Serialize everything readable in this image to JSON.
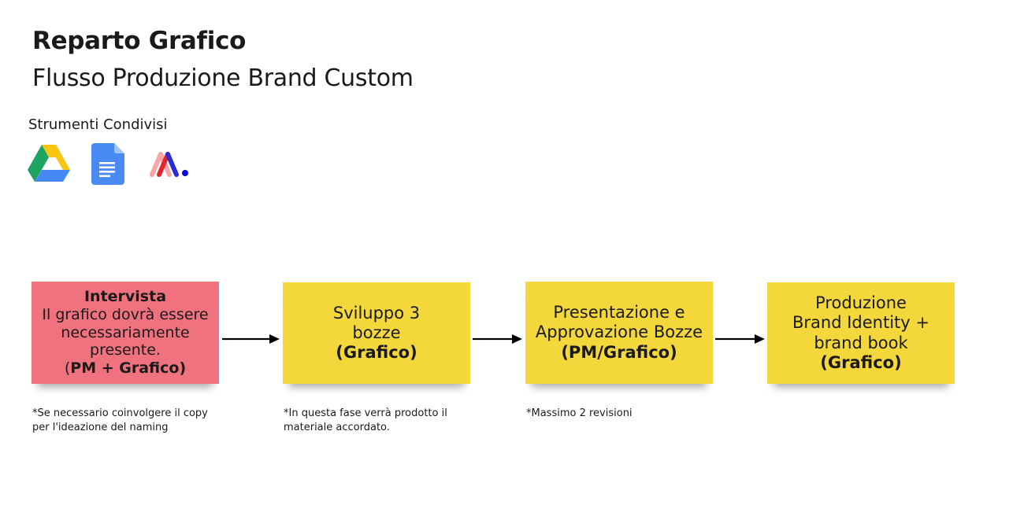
{
  "header": {
    "title": "Reparto Grafico",
    "subtitle": "Flusso Produzione Brand Custom"
  },
  "tools": {
    "label": "Strumenti Condivisi",
    "icons": [
      "google-drive-icon",
      "google-docs-icon",
      "miro-icon"
    ]
  },
  "steps": [
    {
      "color": "#f0727f",
      "title": "Intervista",
      "body": "Il grafico dovrà essere necessariamente presente.",
      "role_prefix": "(",
      "role": "PM + Grafico)",
      "footnote": "*Se necessario coinvolgere il copy per l'ideazione del naming"
    },
    {
      "color": "#f4d73a",
      "body_line1": "Sviluppo 3",
      "body_line2": "bozze",
      "role": "(Grafico)",
      "footnote": "*In questa fase verrà prodotto il materiale accordato."
    },
    {
      "color": "#f4d73a",
      "body_line1": "Presentazione e",
      "body_line2": "Approvazione Bozze",
      "role": "(PM/Grafico)",
      "footnote": "*Massimo 2 revisioni"
    },
    {
      "color": "#f4d73a",
      "body_line1": "Produzione",
      "body_line2": "Brand Identity +",
      "body_line3": "brand book",
      "role": "(Grafico)"
    }
  ]
}
